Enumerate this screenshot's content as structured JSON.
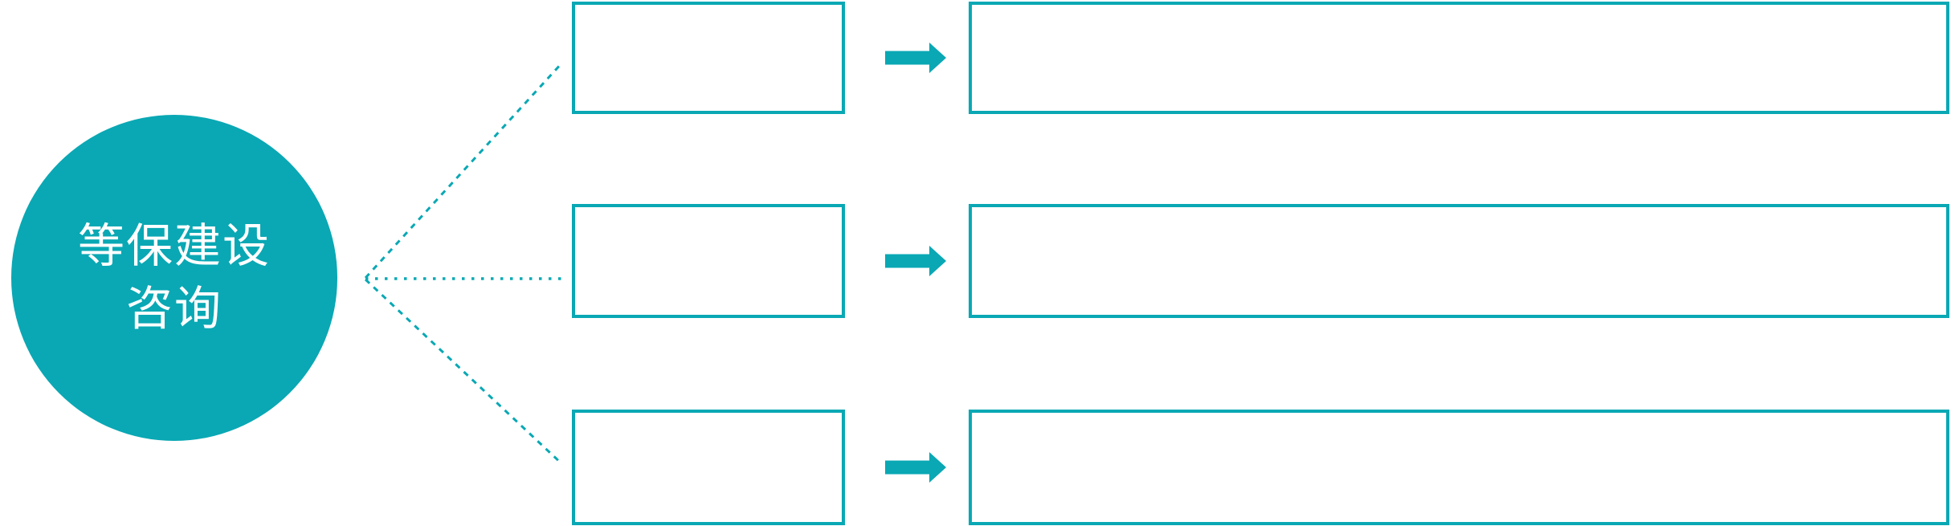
{
  "colors": {
    "accent": "#09a8b4",
    "canvas_background": "#ffffff",
    "circle_text": "#ffffff"
  },
  "circle": {
    "label_line1": "等保建设",
    "label_line2": "咨询",
    "full_label": "等保建设咨询"
  },
  "rows": [
    {
      "source_label": "",
      "target_label": "",
      "arrow_icon": "arrow-right-icon"
    },
    {
      "source_label": "",
      "target_label": "",
      "arrow_icon": "arrow-right-icon"
    },
    {
      "source_label": "",
      "target_label": "",
      "arrow_icon": "arrow-right-icon"
    }
  ]
}
